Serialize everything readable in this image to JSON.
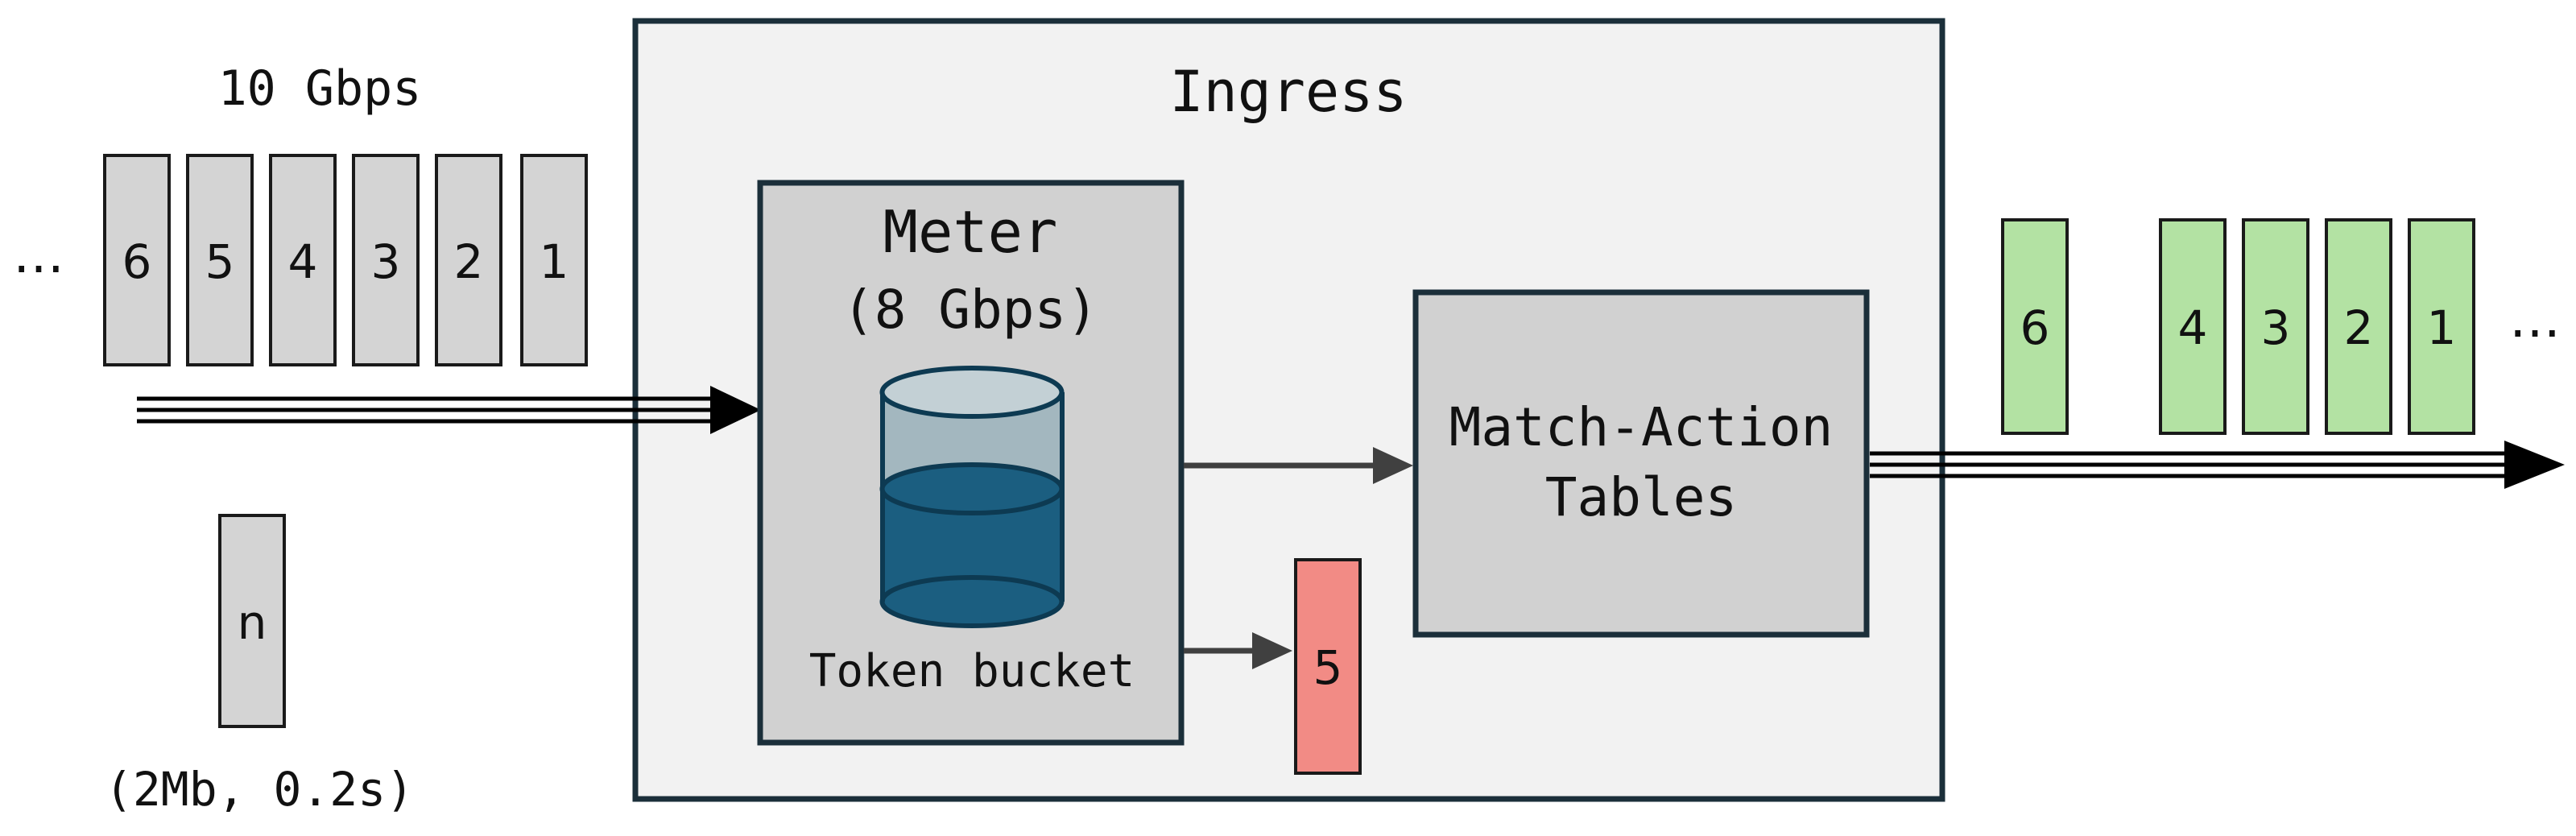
{
  "input": {
    "rate_label": "10 Gbps",
    "ellipsis": "…",
    "packets": [
      "6",
      "5",
      "4",
      "3",
      "2",
      "1"
    ],
    "sample_packet": "n",
    "sample_params": "(2Mb, 0.2s)"
  },
  "ingress": {
    "title": "Ingress",
    "meter": {
      "title": "Meter",
      "rate": "(8 Gbps)",
      "bucket_label": "Token bucket"
    },
    "match_action": {
      "line1": "Match-Action",
      "line2": "Tables"
    },
    "dropped_packet": "5"
  },
  "output": {
    "packets": [
      "6",
      "4",
      "3",
      "2",
      "1"
    ],
    "ellipsis": "…"
  },
  "colors": {
    "packet_gray": "#d4d4d4",
    "packet_green": "#b3e2a3",
    "packet_red": "#f28b85",
    "ingress_bg": "#f2f2f2",
    "box_border": "#1b2f3a",
    "meter_bg": "#d1d1d1",
    "bucket_dark": "#1b5e80",
    "bucket_light": "#a3b7bf",
    "arrow": "#404040"
  }
}
